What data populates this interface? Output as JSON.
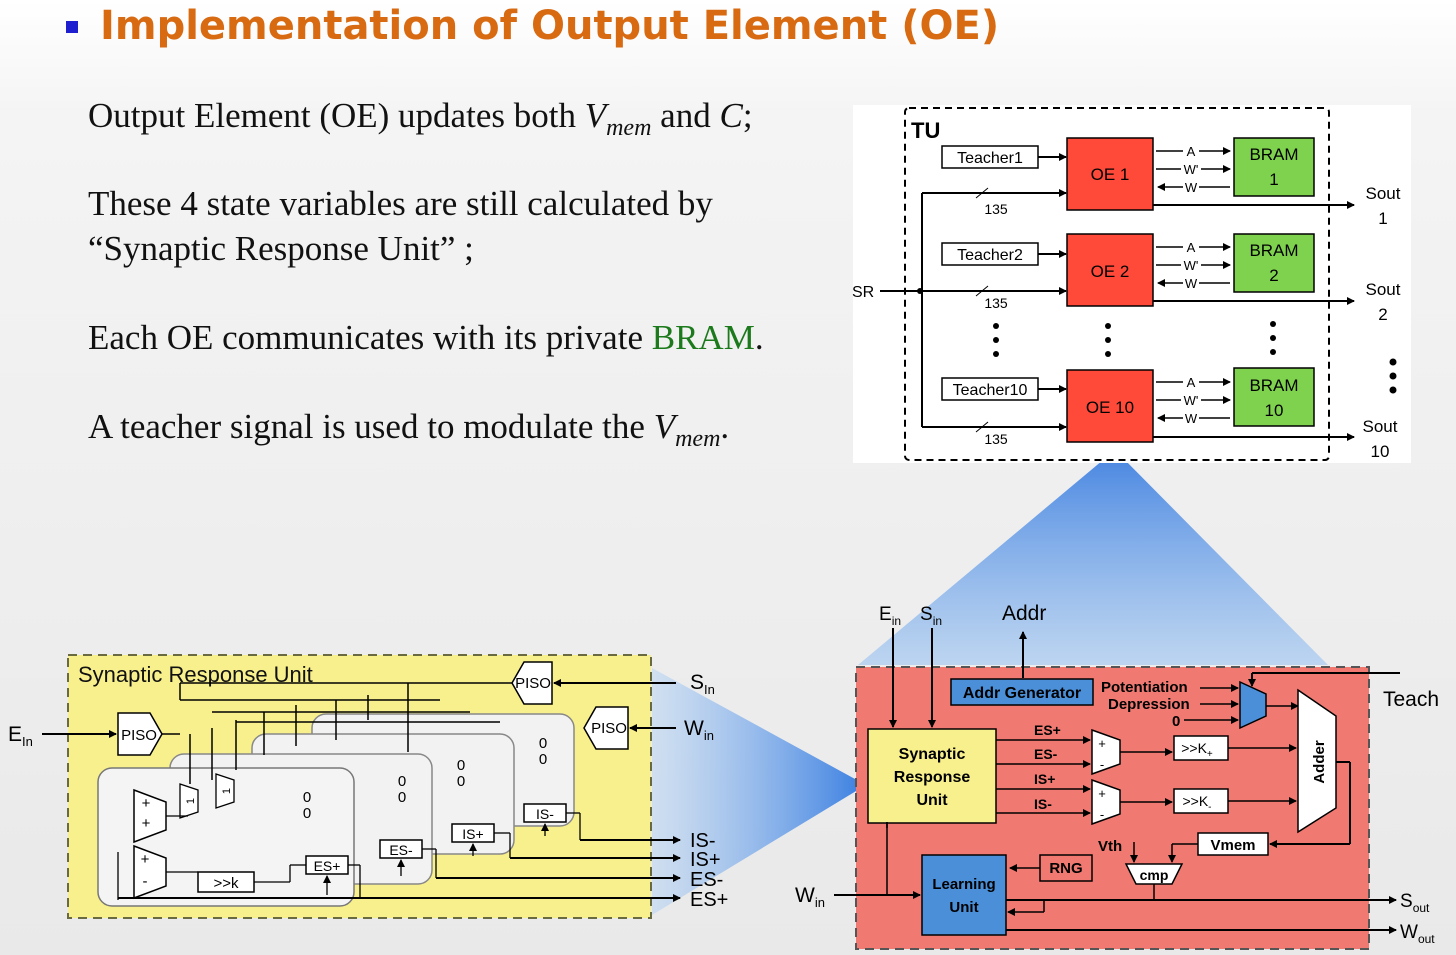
{
  "slide": {
    "title": "Implementation of Output Element (OE)",
    "p1_pre": "Output Element (OE) updates both ",
    "p1_var": "V",
    "p1_sub": "mem",
    "p1_mid": " and ",
    "p1_var2": "C",
    "p1_end": ";",
    "p2_line1": "These 4 state variables are still calculated by",
    "p2_line2": "“Synaptic Response Unit” ;",
    "p3_pre": "Each OE communicates with its private ",
    "p3_bram": "BRAM",
    "p3_end": ".",
    "p4_pre": "A teacher signal is used to modulate the ",
    "p4_var": "V",
    "p4_sub": "mem",
    "p4_end": "."
  },
  "tu": {
    "label": "TU",
    "sr": "SR",
    "bus": "135",
    "arrows": [
      "A",
      "W'",
      "W"
    ],
    "rows": [
      {
        "teacher": "Teacher1",
        "oe": "OE 1",
        "bram": "BRAM",
        "bram_n": "1",
        "sout": "Sout",
        "sout_n": "1"
      },
      {
        "teacher": "Teacher2",
        "oe": "OE 2",
        "bram": "BRAM",
        "bram_n": "2",
        "sout": "Sout",
        "sout_n": "2"
      },
      {
        "teacher": "Teacher10",
        "oe": "OE 10",
        "bram": "BRAM",
        "bram_n": "10",
        "sout": "Sout",
        "sout_n": "10"
      }
    ],
    "colors": {
      "oe": "#ff4a3a",
      "bram": "#7fd24e"
    }
  },
  "sru": {
    "title": "Synaptic Response Unit",
    "piso": "PISO",
    "e_in": "E",
    "w_in": "W",
    "s_in": "S",
    "sub_in": "In",
    "sub_in_lc": "in",
    "outputs": [
      "IS-",
      "IS+",
      "ES-",
      "ES+"
    ],
    "reg_labels": [
      "IS-",
      "IS+",
      "ES-",
      "ES+"
    ],
    "shift": ">>k",
    "zero": "0",
    "one": "1",
    "plus": "+",
    "minus": "-",
    "bg": "#f8f08c"
  },
  "oe_detail": {
    "e_in": "E",
    "s_in": "S",
    "sub_in": "in",
    "addr": "Addr",
    "addr_gen": "Addr  Generator",
    "pot": "Potentiation",
    "dep": "Depression",
    "zero": "0",
    "teach": "Teach",
    "sru_l1": "Synaptic",
    "sru_l2": "Response",
    "sru_l3": "Unit",
    "es_plus": "ES+",
    "es_minus": "ES-",
    "is_plus": "IS+",
    "is_minus": "IS-",
    "shift_p": ">>K",
    "sub_p": "+",
    "shift_m": ">>K",
    "sub_m": "-",
    "adder": "Adder",
    "vth": "Vth",
    "vmem": "Vmem",
    "rng": "RNG",
    "cmp": "cmp",
    "lu_l1": "Learning",
    "lu_l2": "Unit",
    "w_in": "W",
    "s_out": "S",
    "w_out": "W",
    "sub_out": "out",
    "bg": "#f07a72"
  }
}
